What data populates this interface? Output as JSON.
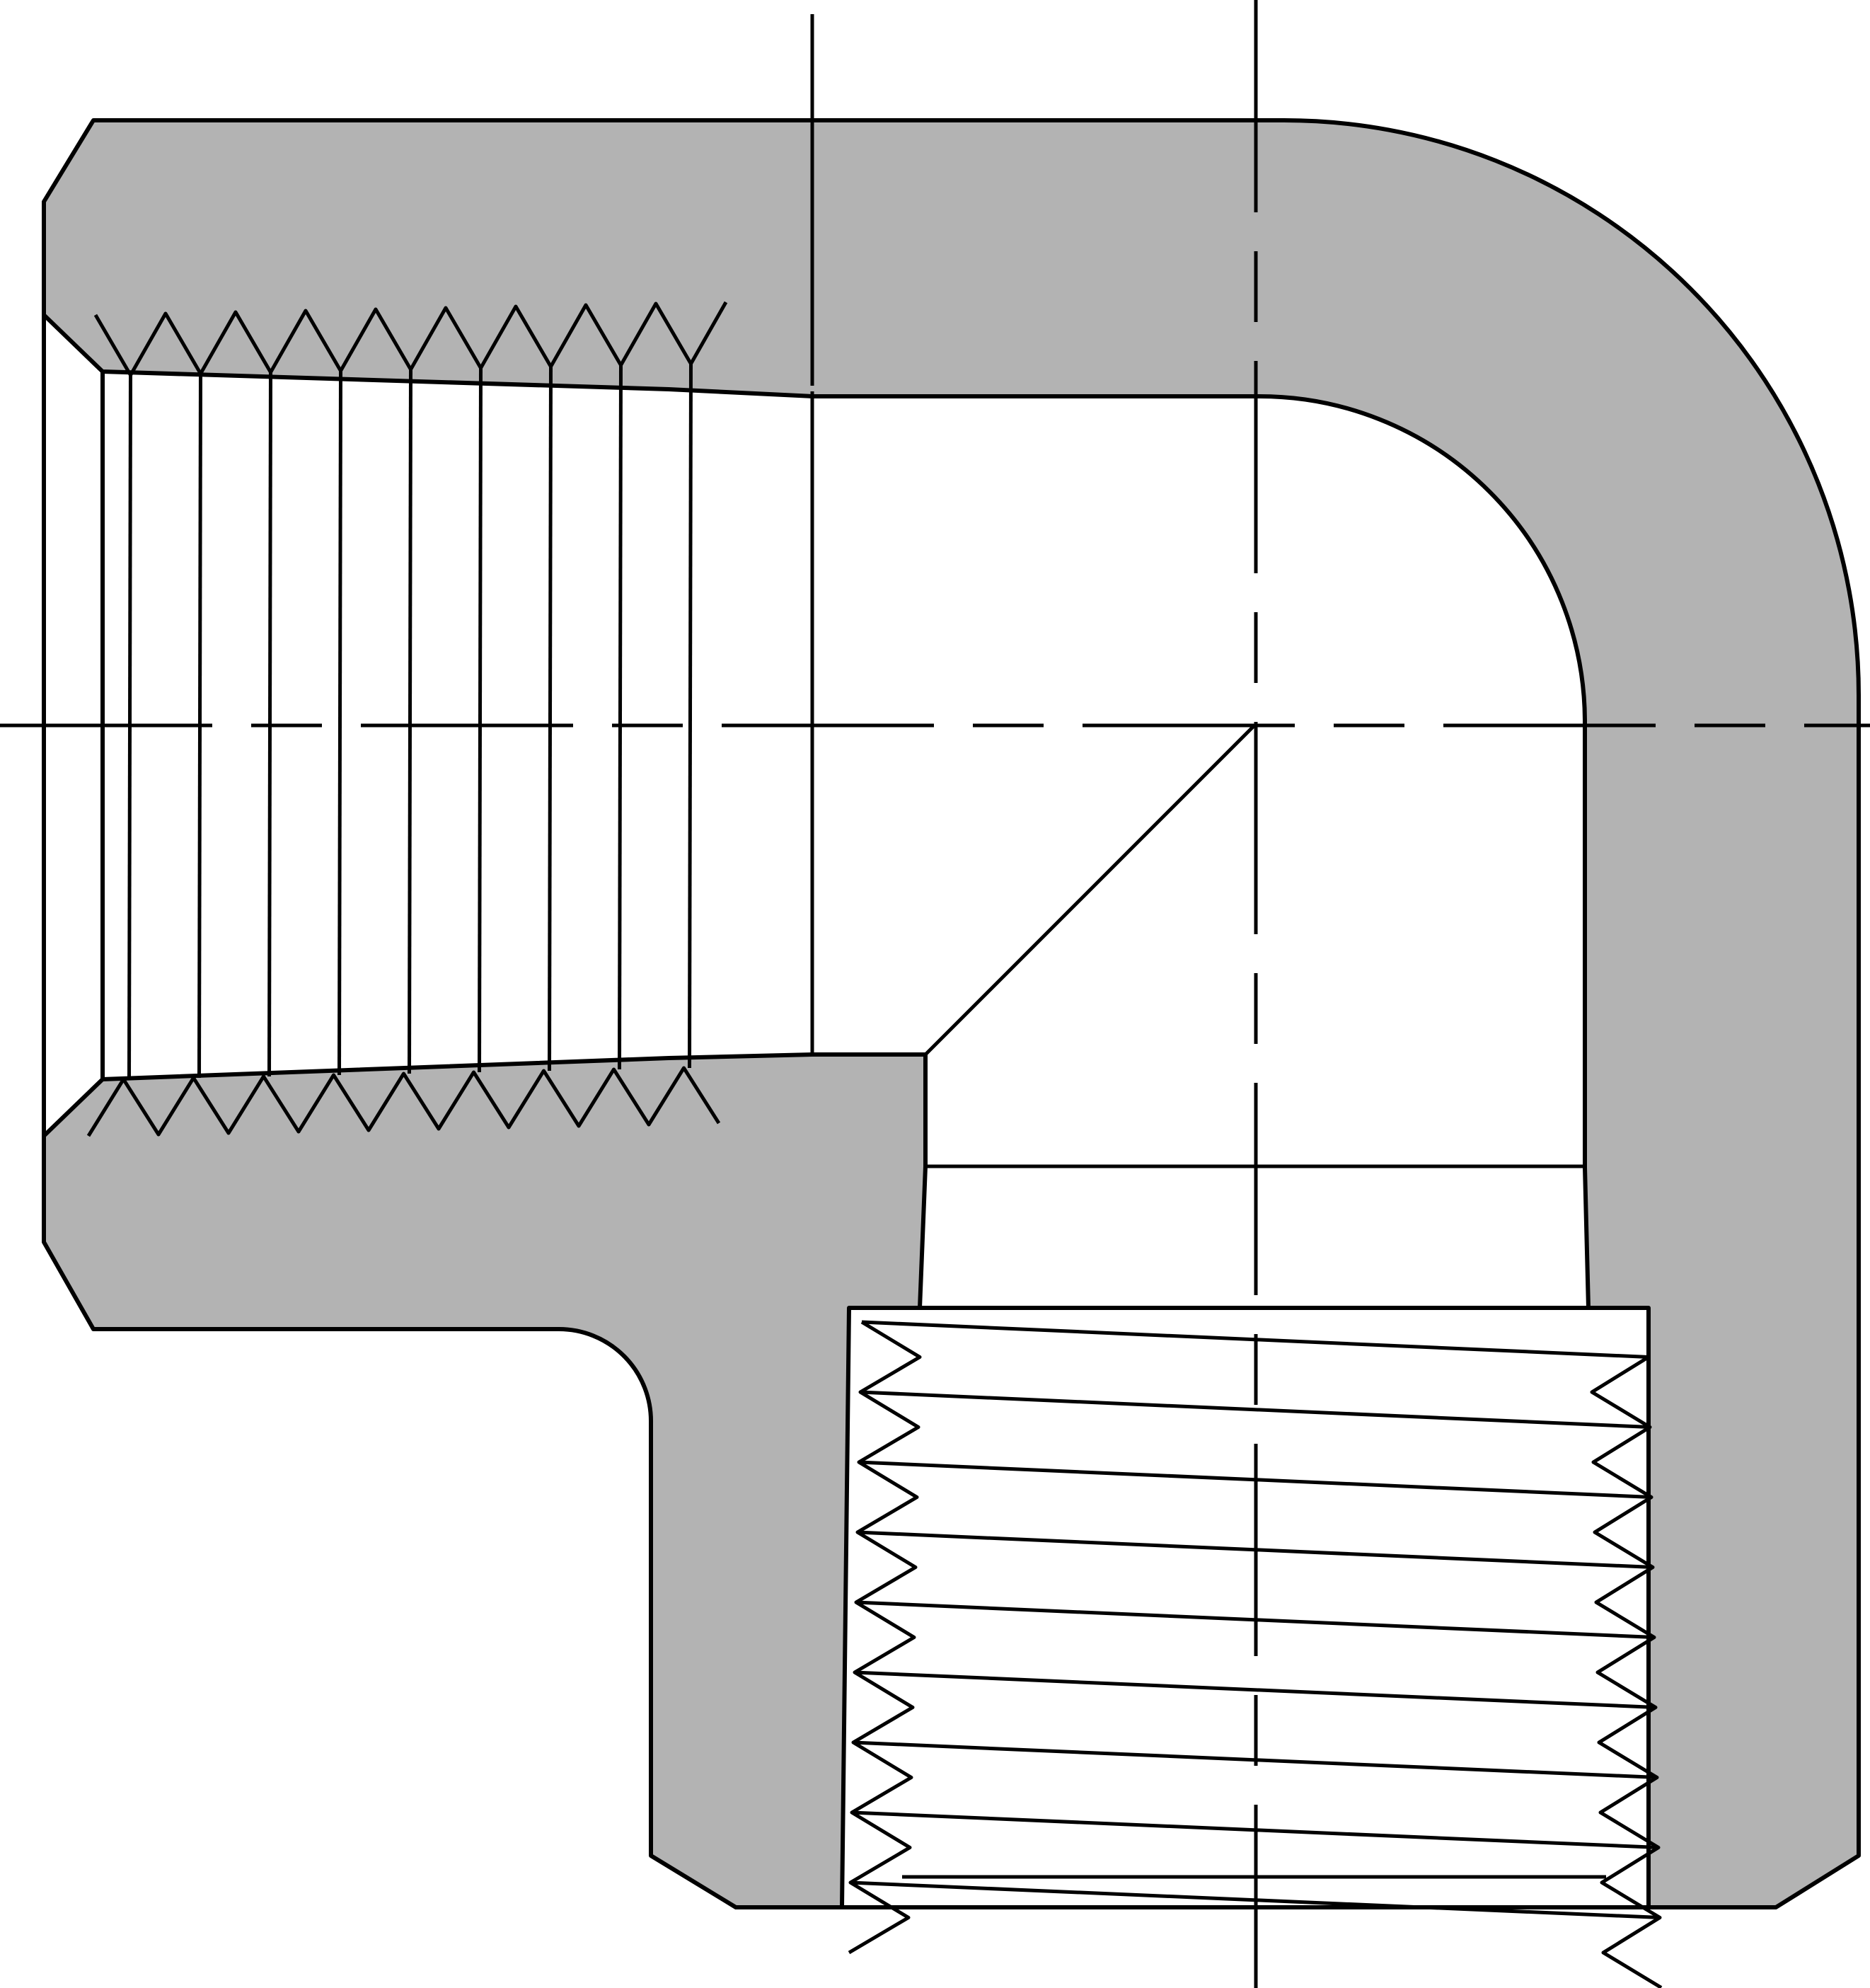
{
  "diagram": {
    "subject": "street-elbow-90-degree-section",
    "colors": {
      "body_fill": "#b3b3b3",
      "bore_fill": "#ffffff",
      "line": "#000000",
      "background": "#ffffff"
    },
    "female_thread_turns": 9,
    "male_thread_turns": 9
  }
}
